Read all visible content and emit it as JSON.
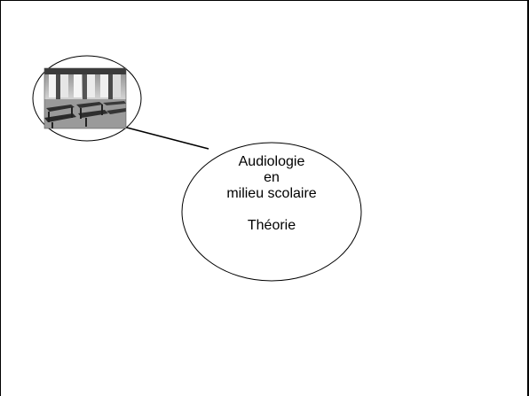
{
  "slide": {
    "main_node": {
      "line1": "Audiologie",
      "line2": "en",
      "line3": "milieu scolaire",
      "line4": "Théorie"
    },
    "image_node": {
      "icon": "classroom-photo"
    },
    "colors": {
      "stroke": "#000000",
      "background": "#ffffff"
    }
  }
}
